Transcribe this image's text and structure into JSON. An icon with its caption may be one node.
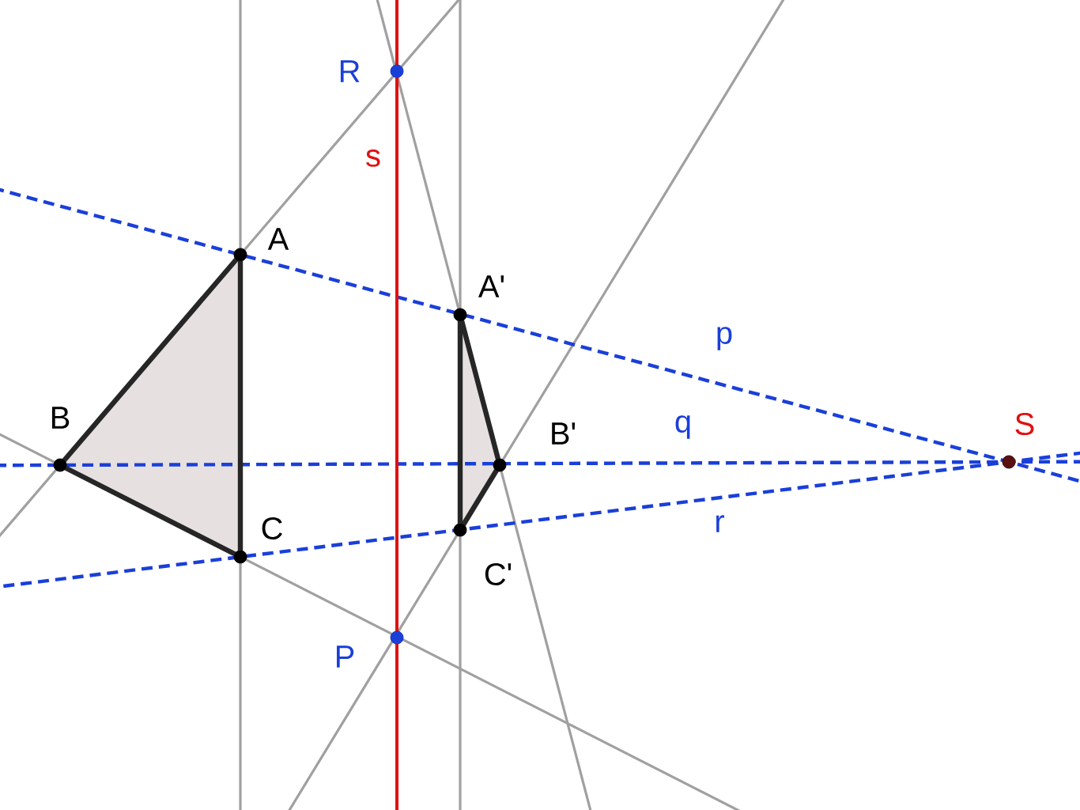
{
  "diagram": {
    "nodes": [
      {
        "text": [
          "A"
        ]
      },
      {
        "text": [
          "B"
        ]
      },
      {
        "text": [
          "C"
        ]
      },
      {
        "text": [
          "A'"
        ]
      },
      {
        "text": [
          "B'"
        ]
      },
      {
        "text": [
          "C'"
        ]
      },
      {
        "text": [
          "R"
        ]
      },
      {
        "text": [
          "P"
        ]
      },
      {
        "text": [
          "S"
        ]
      }
    ],
    "edges": [
      {
        "from": 0,
        "to": 1,
        "arrow": "none"
      },
      {
        "from": 1,
        "to": 2,
        "arrow": "none"
      },
      {
        "from": 2,
        "to": 0,
        "arrow": "none"
      },
      {
        "from": 3,
        "to": 4,
        "arrow": "none"
      },
      {
        "from": 4,
        "to": 5,
        "arrow": "none"
      },
      {
        "from": 5,
        "to": 3,
        "arrow": "none"
      }
    ],
    "labels": [
      "s",
      "p",
      "q",
      "r"
    ]
  }
}
